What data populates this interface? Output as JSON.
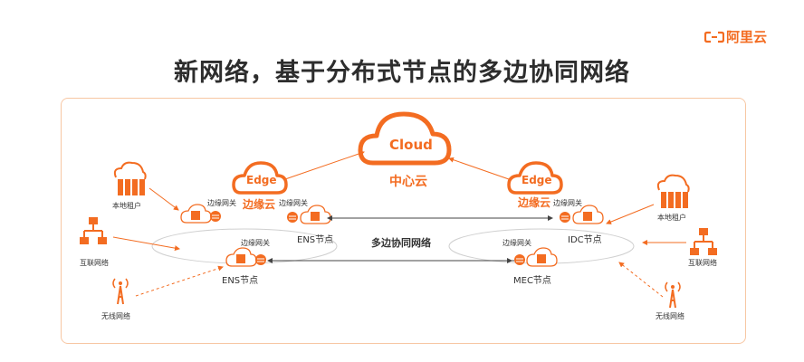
{
  "brand": {
    "logo_text": "阿里云",
    "accent": "#f36c21",
    "light_accent": "#f7c7a3"
  },
  "title": "新网络，基于分布式节点的多边协同网络",
  "center_cloud": {
    "label": "Cloud",
    "caption": "中心云"
  },
  "edge_clouds": [
    {
      "label": "Edge",
      "caption": "边缘云"
    },
    {
      "label": "Edge",
      "caption": "边缘云"
    }
  ],
  "gateway_label": "边缘网关",
  "nodes": {
    "ens_left": "ENS节点",
    "ens_bottom": "ENS节点",
    "idc": "IDC节点",
    "mec": "MEC节点"
  },
  "network_label": "多边协同网络",
  "clients_left": {
    "tenant": "本地租户",
    "internet": "互联网络",
    "wireless": "无线网络"
  },
  "clients_right": {
    "tenant": "本地租户",
    "internet": "互联网络",
    "wireless": "无线网络"
  }
}
